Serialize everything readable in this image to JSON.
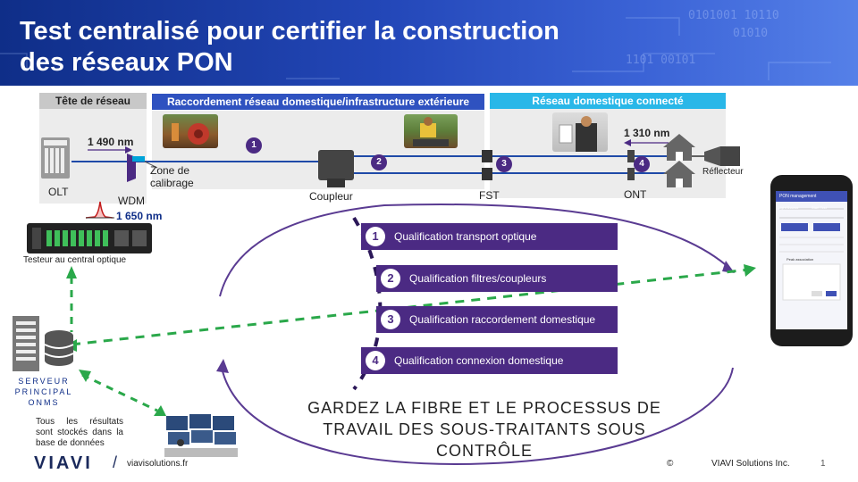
{
  "header": {
    "title_line1": "Test centralisé pour certifier la construction",
    "title_line2": "des réseaux PON"
  },
  "bands": {
    "central": "Tête de réseau",
    "outside": "Raccordement réseau domestique/infrastructure extérieure",
    "home": "Réseau domestique connecté"
  },
  "labels": {
    "olt": "OLT",
    "wdm": "WDM",
    "calibration_zone": "Zone de calibrage",
    "coupler": "Coupleur",
    "fst": "FST",
    "ont": "ONT",
    "reflector": "Réflecteur",
    "wl_1490": "1 490 nm",
    "wl_1650": "1 650 nm",
    "wl_1310": "1 310 nm",
    "tester": "Testeur au central optique",
    "server": "SERVEUR PRINCIPAL ONMS",
    "results": "Tous les résultats sont stockés dans la base de données"
  },
  "markers": [
    "1",
    "2",
    "3",
    "4"
  ],
  "qualifications": [
    {
      "n": "1",
      "label": "Qualification transport optique"
    },
    {
      "n": "2",
      "label": "Qualification filtres/coupleurs"
    },
    {
      "n": "3",
      "label": "Qualification raccordement domestique"
    },
    {
      "n": "4",
      "label": "Qualification connexion domestique"
    }
  ],
  "banner": "GARDEZ LA FIBRE ET LE PROCESSUS DE TRAVAIL DES SOUS-TRAITANTS SOUS CONTRÔLE",
  "footer": {
    "logo": "VIAVI",
    "separator": "/",
    "url": "viavisolutions.fr",
    "copyright_symbol": "©",
    "company": "VIAVI Solutions Inc.",
    "page": "1"
  },
  "phone": {
    "app_title": "PON management",
    "light_source": "Light Source",
    "start_test": "Start Test",
    "popup_title": "Peak association"
  },
  "colors": {
    "brand_blue": "#0f2e88",
    "accent_purple": "#4b2a83",
    "fiber_blue": "#1f4aa8",
    "dash_green": "#2aa84a",
    "cyan": "#00a3d9"
  }
}
